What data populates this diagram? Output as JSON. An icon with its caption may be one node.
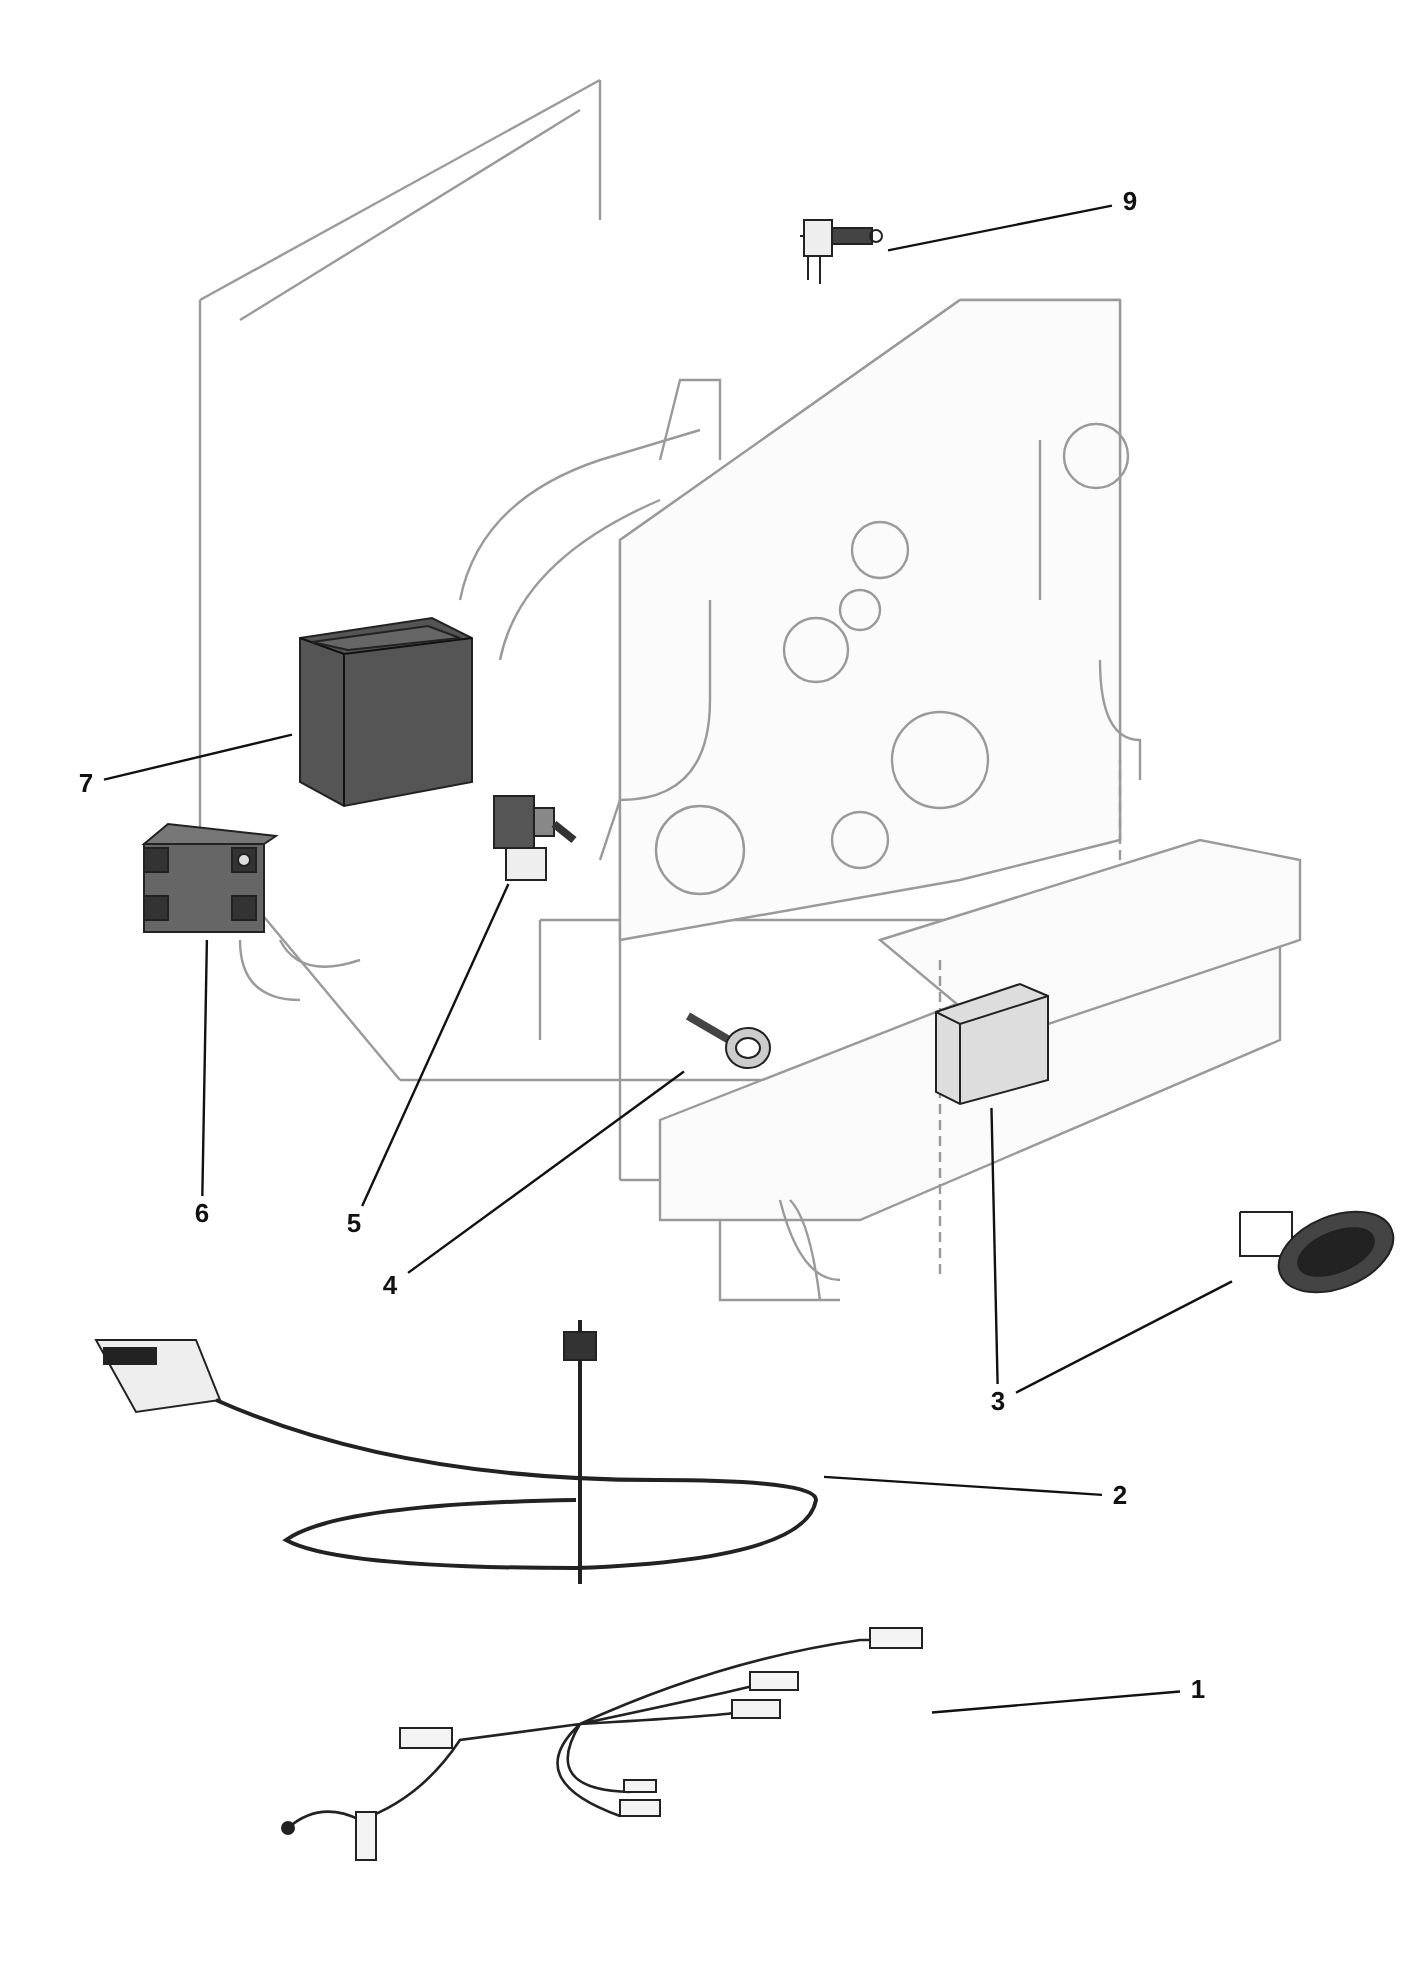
{
  "diagram": {
    "nodes": [
      {
        "text": [
          "9"
        ]
      },
      {
        "text": [],
        "shape": "picture"
      },
      {
        "text": [
          "7"
        ]
      },
      {
        "text": [],
        "shape": "picture"
      },
      {
        "text": [
          "6"
        ]
      },
      {
        "text": [],
        "shape": "picture"
      },
      {
        "text": [
          "5"
        ]
      },
      {
        "text": [],
        "shape": "picture"
      },
      {
        "text": [
          "4"
        ]
      },
      {
        "text": [],
        "shape": "picture"
      },
      {
        "text": [
          "3"
        ]
      },
      {
        "text": [],
        "shape": "picture"
      },
      {
        "text": [],
        "shape": "picture"
      },
      {
        "text": [
          "2"
        ]
      },
      {
        "text": [],
        "shape": "picture"
      },
      {
        "text": [
          "1"
        ]
      },
      {
        "text": [],
        "shape": "picture"
      }
    ],
    "edges": [
      {
        "from": 0,
        "to": 1,
        "arrow": "none"
      },
      {
        "from": 2,
        "to": 3,
        "arrow": "none"
      },
      {
        "from": 4,
        "to": 5,
        "arrow": "none"
      },
      {
        "from": 6,
        "to": 7,
        "arrow": "none"
      },
      {
        "from": 8,
        "to": 9,
        "arrow": "none"
      },
      {
        "from": 10,
        "to": 11,
        "arrow": "none"
      },
      {
        "from": 10,
        "to": 12,
        "arrow": "none"
      },
      {
        "from": 13,
        "to": 14,
        "arrow": "none"
      },
      {
        "from": 15,
        "to": 16,
        "arrow": "none"
      }
    ]
  }
}
